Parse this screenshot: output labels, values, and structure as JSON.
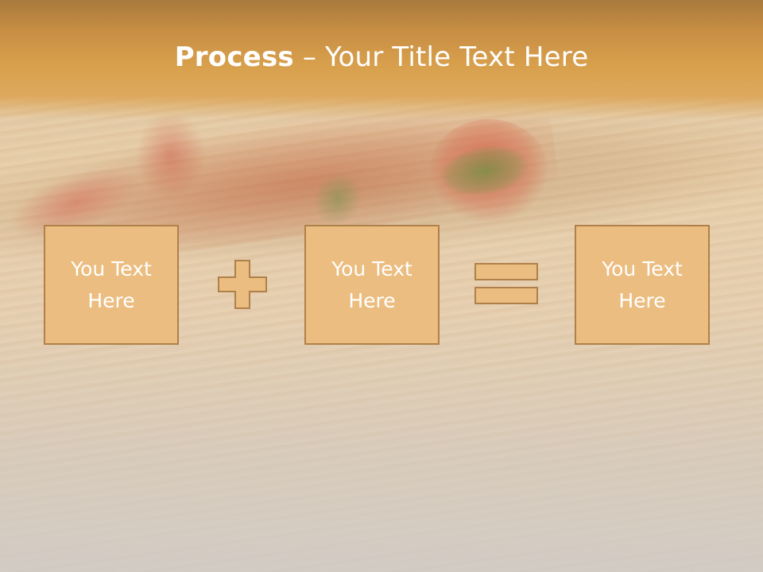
{
  "slide": {
    "title_bold": "Process",
    "title_rest": " – Your Title Text Here",
    "accent_color": "#d8a04c",
    "box_fill_color": "#ebbd80",
    "box_border_color": "#b0804a"
  },
  "process": {
    "step_1": {
      "line_1": "You Text",
      "line_2": "Here"
    },
    "operator_1": "plus-icon",
    "step_2": {
      "line_1": "You Text",
      "line_2": "Here"
    },
    "operator_2": "equals-icon",
    "result": {
      "line_1": "You Text",
      "line_2": "Here"
    }
  },
  "background": {
    "description_icon": "wood-table-with-red-pepper-photo"
  }
}
